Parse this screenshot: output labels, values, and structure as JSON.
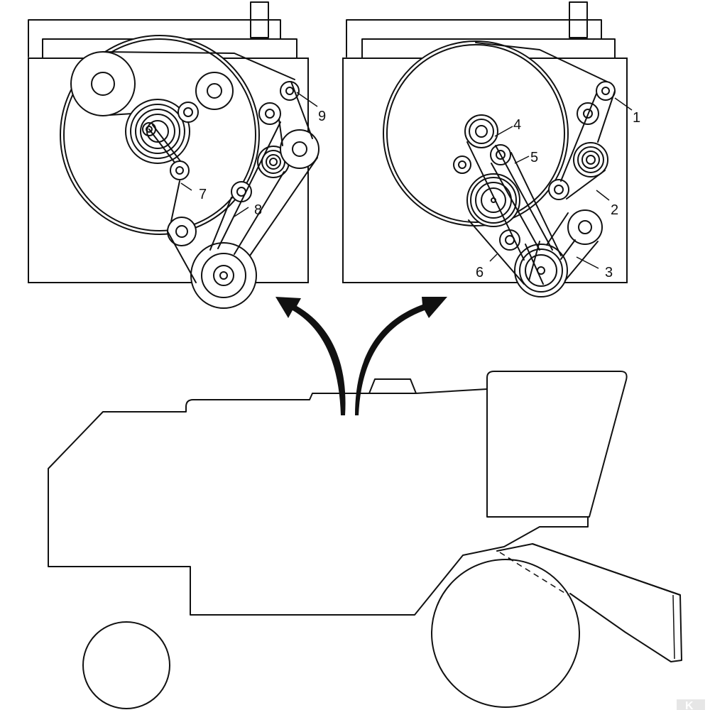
{
  "left_panel": {
    "callouts": [
      "7",
      "8",
      "9"
    ]
  },
  "right_panel": {
    "callouts": [
      "1",
      "2",
      "3",
      "4",
      "5",
      "6"
    ]
  },
  "colors": {
    "line": "#111111",
    "background": "#ffffff",
    "logo_bg": "#e6e6e6"
  },
  "icons": {
    "logo": "kramp-k-logo"
  }
}
